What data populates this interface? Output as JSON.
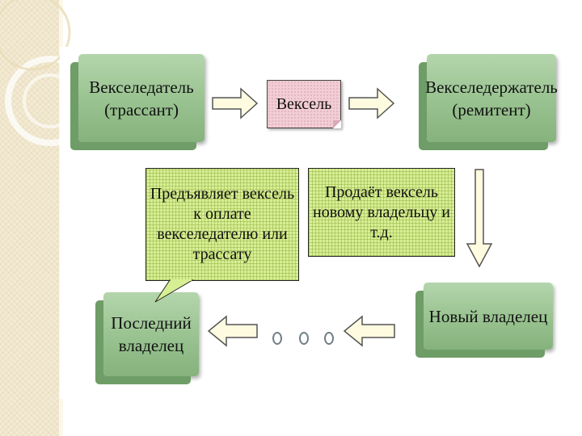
{
  "diagram": {
    "drawer_box": {
      "line1": "Векселедатель",
      "line2": "(трассант)"
    },
    "bill_box": {
      "label": "Вексель"
    },
    "holder_box": {
      "line1": "Векселедержатель",
      "line2": "(ремитент)"
    },
    "callout_present": {
      "text": "Предъявляет вексель\nк оплате\nвекселедателю или\nтрассату"
    },
    "callout_sell": {
      "text": "Продаёт вексель\nновому владельцу и\nт.д."
    },
    "new_owner_box": {
      "label": "Новый владелец"
    },
    "last_owner_box": {
      "line1": "Последний",
      "line2": "владелец"
    }
  },
  "colors": {
    "block_fill": "#98c28f",
    "callout_fill": "#d7ef93",
    "bill_fill": "#f3cdd6",
    "arrow_fill": "#fffbe0"
  }
}
